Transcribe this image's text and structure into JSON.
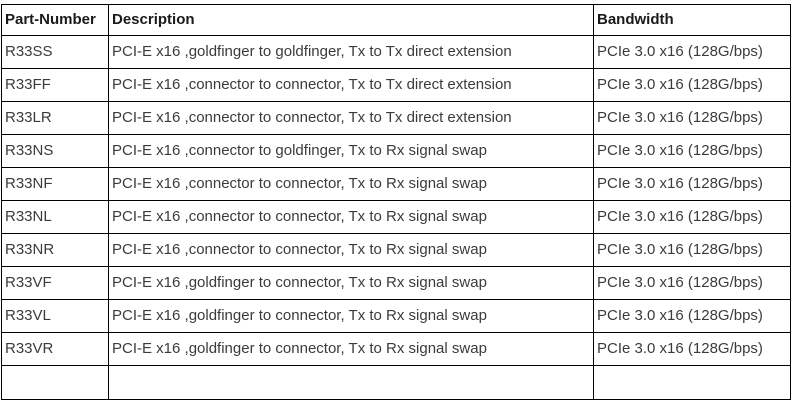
{
  "table": {
    "headers": [
      "Part-Number",
      "Description",
      "Bandwidth"
    ],
    "rows": [
      {
        "part": "R33SS",
        "description": "PCI-E x16 ,goldfinger to goldfinger, Tx to Tx direct extension",
        "bandwidth": "PCIe 3.0 x16 (128G/bps)"
      },
      {
        "part": "R33FF",
        "description": "PCI-E x16 ,connector to connector, Tx to Tx direct extension",
        "bandwidth": "PCIe 3.0 x16 (128G/bps)"
      },
      {
        "part": "R33LR",
        "description": "PCI-E x16 ,connector to connector, Tx to Tx direct extension",
        "bandwidth": "PCIe 3.0 x16 (128G/bps)"
      },
      {
        "part": "R33NS",
        "description": "PCI-E x16 ,connector to goldfinger, Tx to Rx signal swap",
        "bandwidth": "PCIe 3.0 x16 (128G/bps)"
      },
      {
        "part": "R33NF",
        "description": "PCI-E x16 ,connector to connector, Tx to Rx signal swap",
        "bandwidth": "PCIe 3.0 x16 (128G/bps)"
      },
      {
        "part": "R33NL",
        "description": "PCI-E x16 ,connector to connector, Tx to Rx signal swap",
        "bandwidth": "PCIe 3.0 x16 (128G/bps)"
      },
      {
        "part": "R33NR",
        "description": "PCI-E x16 ,connector to connector, Tx to Rx signal swap",
        "bandwidth": "PCIe 3.0 x16 (128G/bps)"
      },
      {
        "part": "R33VF",
        "description": "PCI-E x16 ,goldfinger to connector, Tx to Rx signal swap",
        "bandwidth": "PCIe 3.0 x16 (128G/bps)"
      },
      {
        "part": "R33VL",
        "description": "PCI-E x16 ,goldfinger to connector, Tx to Rx signal swap",
        "bandwidth": "PCIe 3.0 x16 (128G/bps)"
      },
      {
        "part": "R33VR",
        "description": "PCI-E x16 ,goldfinger to connector, Tx to Rx signal swap",
        "bandwidth": "PCIe 3.0 x16 (128G/bps)"
      }
    ],
    "colors": {
      "border": "#000000",
      "header_text": "#1a1a1a",
      "body_text": "#3b3b3b",
      "background": "#ffffff"
    }
  }
}
